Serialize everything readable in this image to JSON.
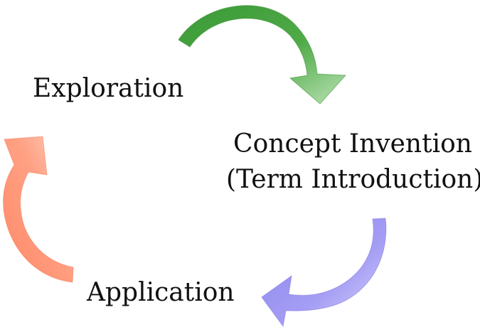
{
  "diagram": {
    "stages": {
      "exploration": "Exploration",
      "concept_line1": "Concept Invention",
      "concept_line2": "(Term Introduction)",
      "application": "Application"
    },
    "arrows": {
      "exploration_to_concept": {
        "color": "#3d9a38",
        "highlight": "#b8e0b4"
      },
      "concept_to_application": {
        "color": "#8d84f0",
        "highlight": "#d8d4fb"
      },
      "application_to_exploration": {
        "color": "#ff8a66",
        "highlight": "#ffd2c2"
      }
    }
  }
}
